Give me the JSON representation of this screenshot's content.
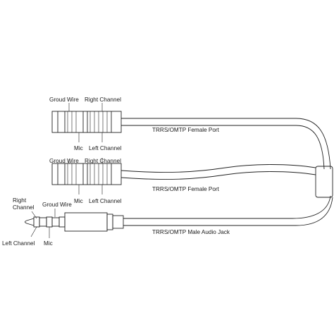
{
  "labels": {
    "top_port": {
      "ground": "Groud Wire",
      "right": "Right Channel",
      "mic": "Mic",
      "left": "Left Channel",
      "port": "TRRS/OMTP Female  Port"
    },
    "middle_port": {
      "ground": "Groud Wire",
      "right": "Right Channel",
      "mic": "Mic",
      "left": "Left Channel",
      "port": "TRRS/OMTP Female  Port"
    },
    "male_jack": {
      "right_line1": "Right",
      "right_line2": "Channel",
      "ground": "Groud Wire",
      "left": "Left Channel",
      "mic": "Mic",
      "jack": "TRRS/OMTP Male Audio Jack"
    }
  },
  "colors": {
    "line": "#222222",
    "background": "#ffffff"
  }
}
